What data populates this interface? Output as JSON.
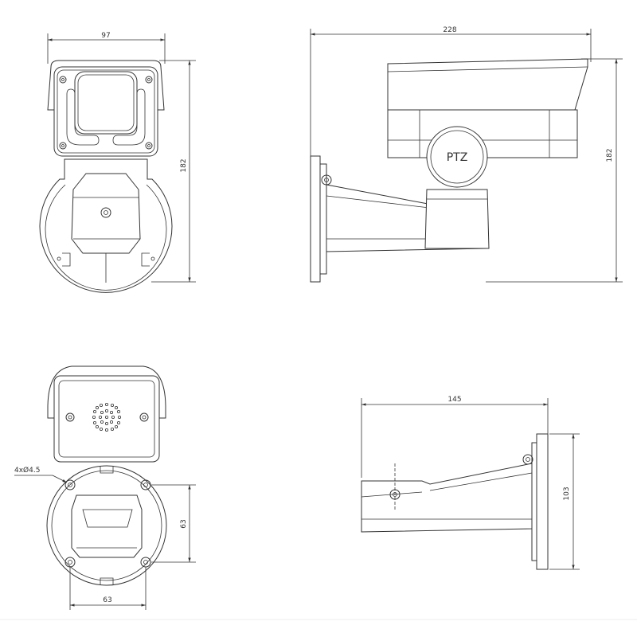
{
  "front_view": {
    "width_label": "97",
    "height_label": "182"
  },
  "side_view": {
    "width_label": "228",
    "height_label": "182",
    "badge_text": "PTZ"
  },
  "bottom_view": {
    "hole_label": "4xØ4.5",
    "pitch_vertical_label": "63",
    "pitch_horizontal_label": "63"
  },
  "bracket_view": {
    "length_label": "145",
    "plate_height_label": "103"
  },
  "colors": {
    "line": "#333333",
    "background": "#ffffff"
  }
}
